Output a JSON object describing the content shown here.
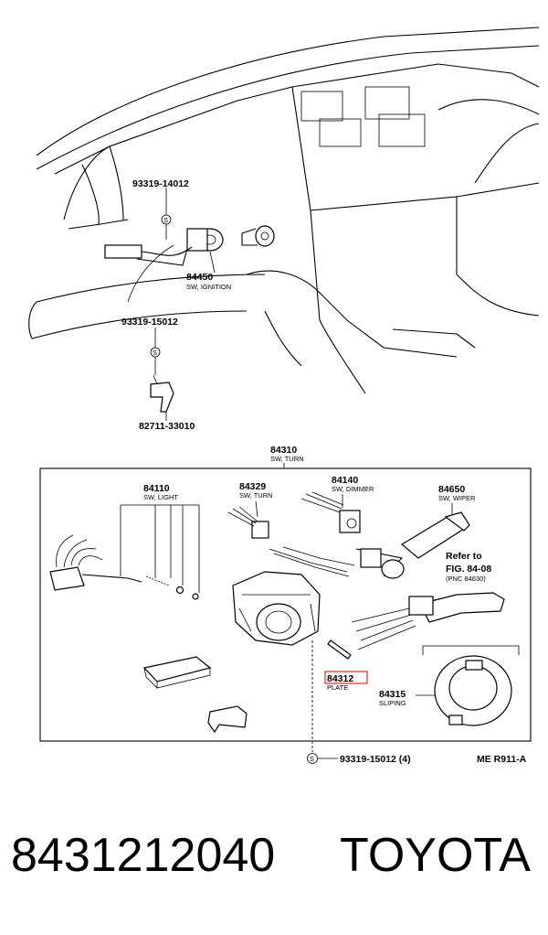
{
  "upper_parts": [
    {
      "number": "93319-14012",
      "desc": ""
    },
    {
      "number": "84450",
      "desc": "SW, IGNITION"
    },
    {
      "number": "93319-15012",
      "desc": ""
    },
    {
      "number": "82711-33010",
      "desc": ""
    }
  ],
  "assembly": {
    "number": "84310",
    "desc": "SW, TURN"
  },
  "box_parts": [
    {
      "number": "84110",
      "desc": "SW, LIGHT"
    },
    {
      "number": "84329",
      "desc": "SW, TURN"
    },
    {
      "number": "84140",
      "desc": "SW, DIMMER"
    },
    {
      "number": "84650",
      "desc": "SW, WIPER"
    },
    {
      "number": "84312",
      "desc": "PLATE"
    },
    {
      "number": "84315",
      "desc": "SLIPING"
    }
  ],
  "refer_note": {
    "line1": "Refer to",
    "line2": "FIG. 84-08",
    "line3": "(PNC 84630)"
  },
  "bottom_screw": "93319-15012 (4)",
  "screw_symbol": "S",
  "figure_code": "ME R911-A",
  "highlight_color": "#e53935",
  "footer": {
    "part_number": "8431212040",
    "brand": "TOYOTA"
  }
}
